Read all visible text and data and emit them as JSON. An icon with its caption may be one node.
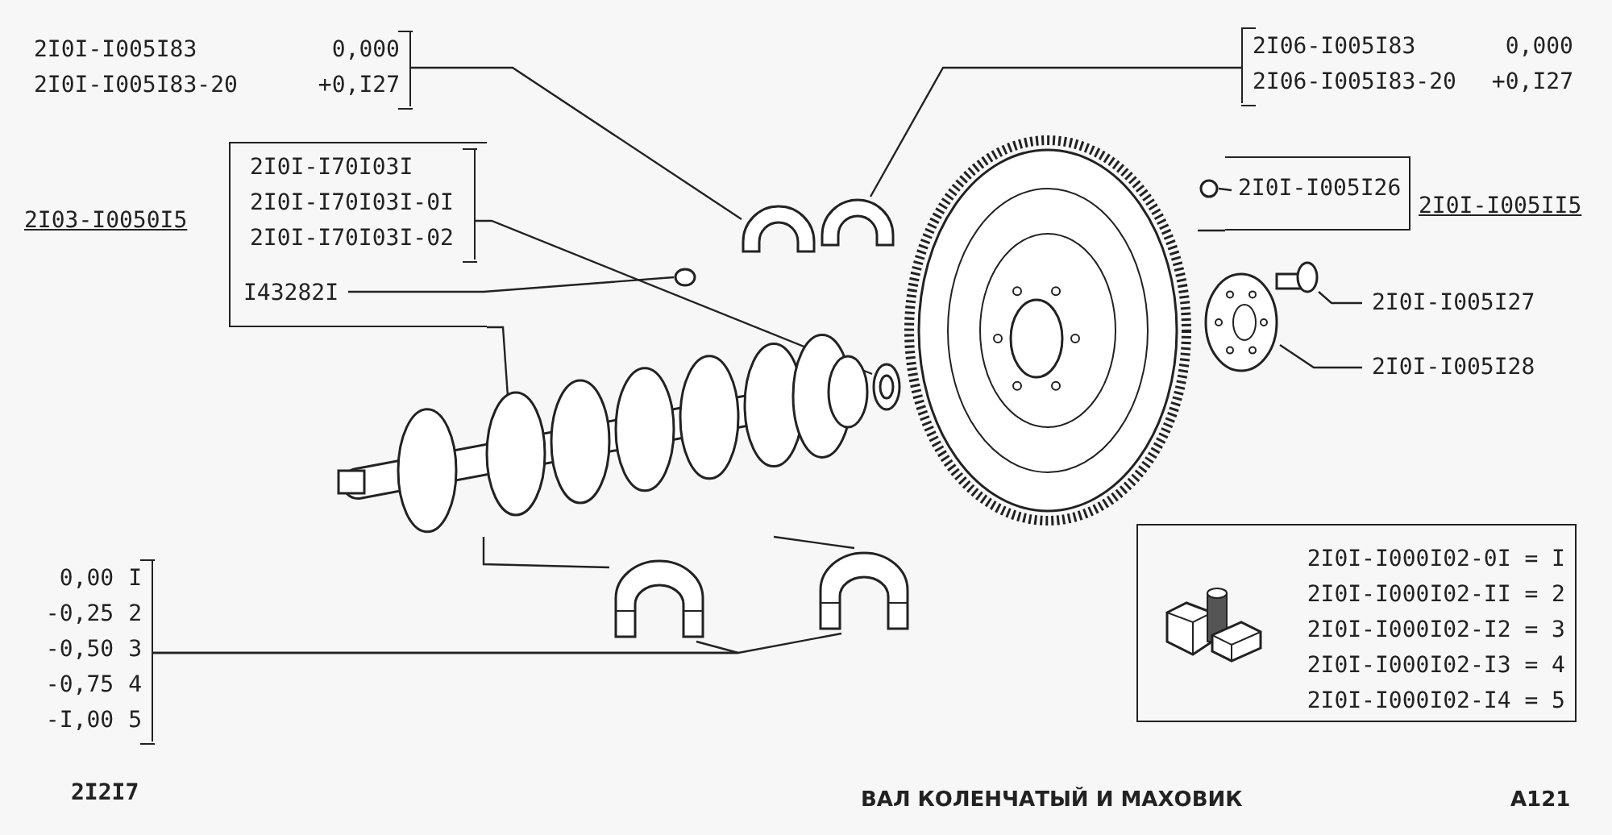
{
  "diagram": {
    "title": "ВАЛ КОЛЕНЧАТЫЙ И МАХОВИК",
    "nodes": [
      {
        "text": [
          "2I0I-I005I83 0,000",
          "2I0I-I005I83-20 +0,I27"
        ]
      },
      {
        "text": [],
        "shape": "picture"
      },
      {
        "text": [
          "2I06-I005I83 0,000",
          "2I06-I005I83-20 +0,I27"
        ]
      },
      {
        "text": [],
        "shape": "picture"
      },
      {
        "text": [
          "2I03-I0050I5"
        ]
      },
      {
        "text": [
          "2I0I-I70I03I",
          "2I0I-I70I03I-0I",
          "2I0I-I70I03I-02"
        ],
        "in": 4
      },
      {
        "text": [
          "I43282I"
        ],
        "in": 4
      },
      {
        "text": [],
        "shape": "picture"
      },
      {
        "text": [],
        "shape": "circle"
      },
      {
        "text": [],
        "shape": "picture"
      },
      {
        "text": [
          "2I0I-I005II5"
        ]
      },
      {
        "text": [
          "2I0I-I005I26"
        ],
        "in": 10
      },
      {
        "text": [],
        "shape": "circle"
      },
      {
        "text": [],
        "shape": "picture"
      },
      {
        "text": [
          "2I0I-I005I27"
        ]
      },
      {
        "text": [],
        "shape": "picture"
      },
      {
        "text": [
          "2I0I-I005I28"
        ]
      },
      {
        "text": [],
        "shape": "picture"
      },
      {
        "text": [
          "0,00 I",
          "-0,25 2",
          "-0,50 3",
          "-0,75 4",
          "-I,00 5"
        ]
      },
      {
        "text": [],
        "shape": "picture"
      },
      {
        "text": [],
        "shape": "picture"
      },
      {
        "text": [
          "2I0I-I000I02-0I = I",
          "2I0I-I000I02-II = 2",
          "2I0I-I000I02-I2 = 3",
          "2I0I-I000I02-I3 = 4",
          "2I0I-I000I02-I4 = 5"
        ]
      }
    ],
    "edges": [
      {
        "from": 0,
        "to": 1,
        "arrow": "none"
      },
      {
        "from": 2,
        "to": 3,
        "arrow": "none"
      },
      {
        "from": 4,
        "to": 9,
        "arrow": "none"
      },
      {
        "from": 5,
        "to": 7,
        "arrow": "none"
      },
      {
        "from": 6,
        "to": 8,
        "arrow": "none"
      },
      {
        "from": 11,
        "to": 12,
        "arrow": "none"
      },
      {
        "from": 10,
        "to": 13,
        "arrow": "none"
      },
      {
        "from": 14,
        "to": 15,
        "arrow": "none"
      },
      {
        "from": 16,
        "to": 17,
        "arrow": "none"
      },
      {
        "from": 18,
        "to": 19,
        "arrow": "none"
      },
      {
        "from": 18,
        "to": 20,
        "arrow": "none"
      },
      {
        "from": 9,
        "to": 19,
        "arrow": "none"
      },
      {
        "from": 9,
        "to": 20,
        "arrow": "none"
      }
    ],
    "labels": [
      "2I2I7",
      "A121"
    ]
  }
}
